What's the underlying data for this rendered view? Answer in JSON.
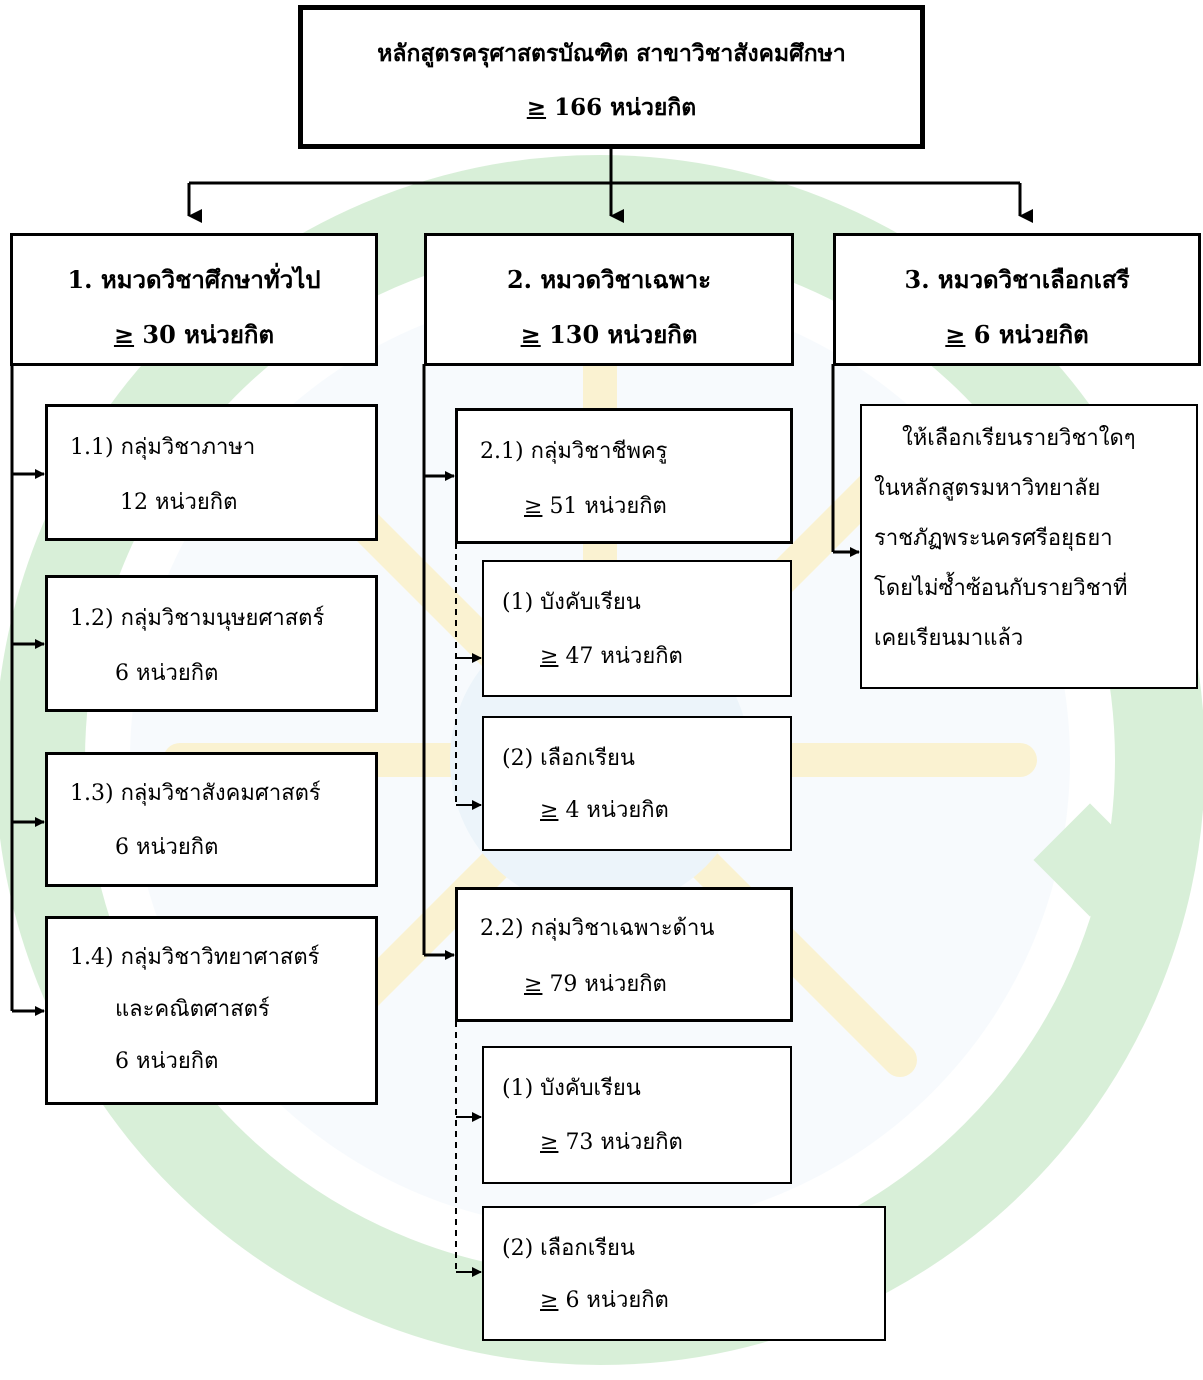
{
  "colors": {
    "line": "#000000",
    "box_bg": "#ffffff",
    "watermark_green": "#8fcf8f",
    "watermark_yellow": "#f6e39a",
    "watermark_blue": "#b9d6ef"
  },
  "root": {
    "title": "หลักสูตรครุศาสตรบัณฑิต สาขาวิชาสังคมศึกษา",
    "ge": "≥",
    "credits": "166 หน่วยกิต"
  },
  "cat1": {
    "title": "1. หมวดวิชาศึกษาทั่วไป",
    "ge": "≥",
    "credits": "30 หน่วยกิต"
  },
  "cat2": {
    "title": "2. หมวดวิชาเฉพาะ",
    "ge": "≥",
    "credits": "130 หน่วยกิต"
  },
  "cat3": {
    "title": "3. หมวดวิชาเลือกเสรี",
    "ge": "≥",
    "credits": "6 หน่วยกิต"
  },
  "g11": {
    "title": "1.1) กลุ่มวิชาภาษา",
    "credits": "12 หน่วยกิต"
  },
  "g12": {
    "title": "1.2) กลุ่มวิชามนุษยศาสตร์",
    "credits": "6 หน่วยกิต"
  },
  "g13": {
    "title": "1.3) กลุ่มวิชาสังคมศาสตร์",
    "credits": "6 หน่วยกิต"
  },
  "g14": {
    "title": "1.4) กลุ่มวิชาวิทยาศาสตร์",
    "title2": "และคณิตศาสตร์",
    "credits": "6 หน่วยกิต"
  },
  "g21": {
    "title": "2.1) กลุ่มวิชาชีพครู",
    "ge": "≥",
    "credits": "51 หน่วยกิต"
  },
  "g21a": {
    "title": "(1) บังคับเรียน",
    "ge": "≥",
    "credits": "47 หน่วยกิต"
  },
  "g21b": {
    "title": "(2) เลือกเรียน",
    "ge": "≥",
    "credits": "4 หน่วยกิต"
  },
  "g22": {
    "title": "2.2) กลุ่มวิชาเฉพาะด้าน",
    "ge": "≥",
    "credits": "79 หน่วยกิต"
  },
  "g22a": {
    "title": "(1) บังคับเรียน",
    "ge": "≥",
    "credits": "73 หน่วยกิต"
  },
  "g22b": {
    "title": "(2) เลือกเรียน",
    "ge": "≥",
    "credits": "6 หน่วยกิต"
  },
  "free": {
    "lines": [
      "ให้เลือกเรียนรายวิชาใดๆ",
      "ในหลักสูตรมหาวิทยาลัย",
      "ราชภัฏพระนครศรีอยุธยา",
      "โดยไม่ซ้ำซ้อนกับรายวิชาที่",
      "เคยเรียนมาแล้ว"
    ]
  }
}
